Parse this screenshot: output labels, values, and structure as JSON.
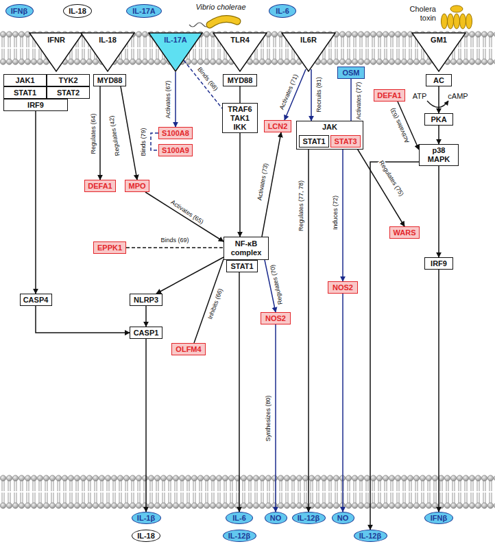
{
  "diagram": {
    "nodes": [
      {
        "text": [
          "IFNβ"
        ]
      },
      {
        "text": [
          "IL-18"
        ]
      },
      {
        "text": [
          "IL-17A"
        ]
      },
      {
        "text": [
          "IL-6"
        ]
      },
      {
        "text": [
          "IFNR"
        ]
      },
      {
        "text": [
          "IL-18"
        ]
      },
      {
        "text": [
          "IL-17A"
        ]
      },
      {
        "text": [
          "TLR4"
        ]
      },
      {
        "text": [
          "IL6R"
        ]
      },
      {
        "text": [
          "GM1"
        ]
      },
      {
        "text": [
          "JAK1"
        ]
      },
      {
        "text": [
          "TYK2"
        ]
      },
      {
        "text": [
          "STAT1"
        ]
      },
      {
        "text": [
          "STAT2"
        ]
      },
      {
        "text": [
          "IRF9"
        ]
      },
      {
        "text": [
          "MYD88"
        ]
      },
      {
        "text": [
          "MYD88"
        ]
      },
      {
        "text": [
          "TRAF6",
          "TAK1",
          "IKK"
        ]
      },
      {
        "text": [
          "S100A8"
        ]
      },
      {
        "text": [
          "S100A9"
        ]
      },
      {
        "text": [
          "LCN2"
        ]
      },
      {
        "text": [
          "OSM"
        ]
      },
      {
        "text": [
          "JAK"
        ]
      },
      {
        "text": [
          "STAT1"
        ],
        "in": 22
      },
      {
        "text": [
          "STAT3"
        ],
        "in": 22
      },
      {
        "text": [
          "DEFA1"
        ]
      },
      {
        "text": [
          "AC"
        ]
      },
      {
        "text": [
          "PKA"
        ]
      },
      {
        "text": [
          "p38 MAPK"
        ]
      },
      {
        "text": [
          "DEFA1"
        ]
      },
      {
        "text": [
          "MPO"
        ]
      },
      {
        "text": [
          "WARS"
        ]
      },
      {
        "text": [
          "NOS2"
        ]
      },
      {
        "text": [
          "EPPK1"
        ]
      },
      {
        "text": [
          "NF-κB complex"
        ]
      },
      {
        "text": [
          "STAT1"
        ]
      },
      {
        "text": [
          "CASP4"
        ]
      },
      {
        "text": [
          "NLRP3"
        ]
      },
      {
        "text": [
          "CASP1"
        ]
      },
      {
        "text": [
          "OLFM4"
        ]
      },
      {
        "text": [
          "NOS2"
        ]
      },
      {
        "text": [
          "IRF9"
        ]
      },
      {
        "text": [
          "IL-1β"
        ]
      },
      {
        "text": [
          "IL-18"
        ]
      },
      {
        "text": [
          "IL-6"
        ]
      },
      {
        "text": [
          "IL-12β"
        ]
      },
      {
        "text": [
          "NO"
        ]
      },
      {
        "text": [
          "IL-12β"
        ]
      },
      {
        "text": [
          "NO"
        ]
      },
      {
        "text": [
          "IL-12β"
        ]
      },
      {
        "text": [
          "IFNβ"
        ]
      }
    ],
    "edges": [
      {
        "from": 14,
        "to": 36,
        "arrow": "to"
      },
      {
        "from": 36,
        "to": 38,
        "arrow": "to"
      },
      {
        "from": 15,
        "to": 29,
        "label": "Regulates (64)",
        "arrow": "to"
      },
      {
        "from": 15,
        "to": 30,
        "label": "Regulates (42)",
        "arrow": "to"
      },
      {
        "from": 6,
        "to": 18,
        "label": "Activates (67)",
        "arrow": "to"
      },
      {
        "from": 6,
        "to": 17,
        "label": "Binds (68)",
        "arrow": "none"
      },
      {
        "from": 18,
        "to": 19,
        "label": "Binds (79)",
        "arrow": "none"
      },
      {
        "from": 16,
        "to": 17,
        "arrow": "none"
      },
      {
        "from": 17,
        "to": 34,
        "arrow": "to"
      },
      {
        "from": 30,
        "to": 34,
        "label": "Activates (65)",
        "arrow": "to"
      },
      {
        "from": 33,
        "to": 34,
        "label": "Binds (69)",
        "arrow": "none"
      },
      {
        "from": 34,
        "to": 20,
        "label": "Activates (73)",
        "arrow": "to"
      },
      {
        "from": 8,
        "to": 20,
        "label": "Activates (71)",
        "arrow": "to"
      },
      {
        "from": 8,
        "to": 22,
        "label": "Recruits (81)",
        "arrow": "to"
      },
      {
        "from": 21,
        "to": 24,
        "label": "Activates (77)",
        "arrow": "to"
      },
      {
        "from": 24,
        "to": 31,
        "label": "Regulates (75)",
        "arrow": "to"
      },
      {
        "from": 24,
        "to": 32,
        "label": "Induces (72)",
        "arrow": "to"
      },
      {
        "from": 22,
        "to": 47,
        "label": "Regulates (77, 78)",
        "arrow": "to"
      },
      {
        "from": 32,
        "to": 48,
        "arrow": "to"
      },
      {
        "from": 34,
        "to": 37,
        "arrow": "to"
      },
      {
        "from": 37,
        "to": 38,
        "arrow": "to"
      },
      {
        "from": 34,
        "to": 39,
        "label": "Inhibits (66)",
        "arrow": "none"
      },
      {
        "from": 34,
        "to": 40,
        "label": "Regulates (70)",
        "arrow": "to"
      },
      {
        "from": 40,
        "to": 46,
        "label": "Synthesizes (80)",
        "arrow": "to"
      },
      {
        "from": 35,
        "to": 44,
        "arrow": "to"
      },
      {
        "from": 38,
        "to": 42,
        "arrow": "to"
      },
      {
        "from": 25,
        "to": 28,
        "label": "Activates (63)",
        "arrow": "to"
      },
      {
        "from": 26,
        "to": 27,
        "arrow": "to"
      },
      {
        "from": 27,
        "to": 28,
        "arrow": "to"
      },
      {
        "from": 28,
        "to": 41,
        "arrow": "to"
      },
      {
        "from": 41,
        "to": 50,
        "arrow": "to"
      },
      {
        "from": 28,
        "to": 49,
        "arrow": "to"
      }
    ],
    "labels": [
      "Vibrio cholerae",
      "Cholera toxin",
      "ATP",
      "cAMP"
    ]
  }
}
